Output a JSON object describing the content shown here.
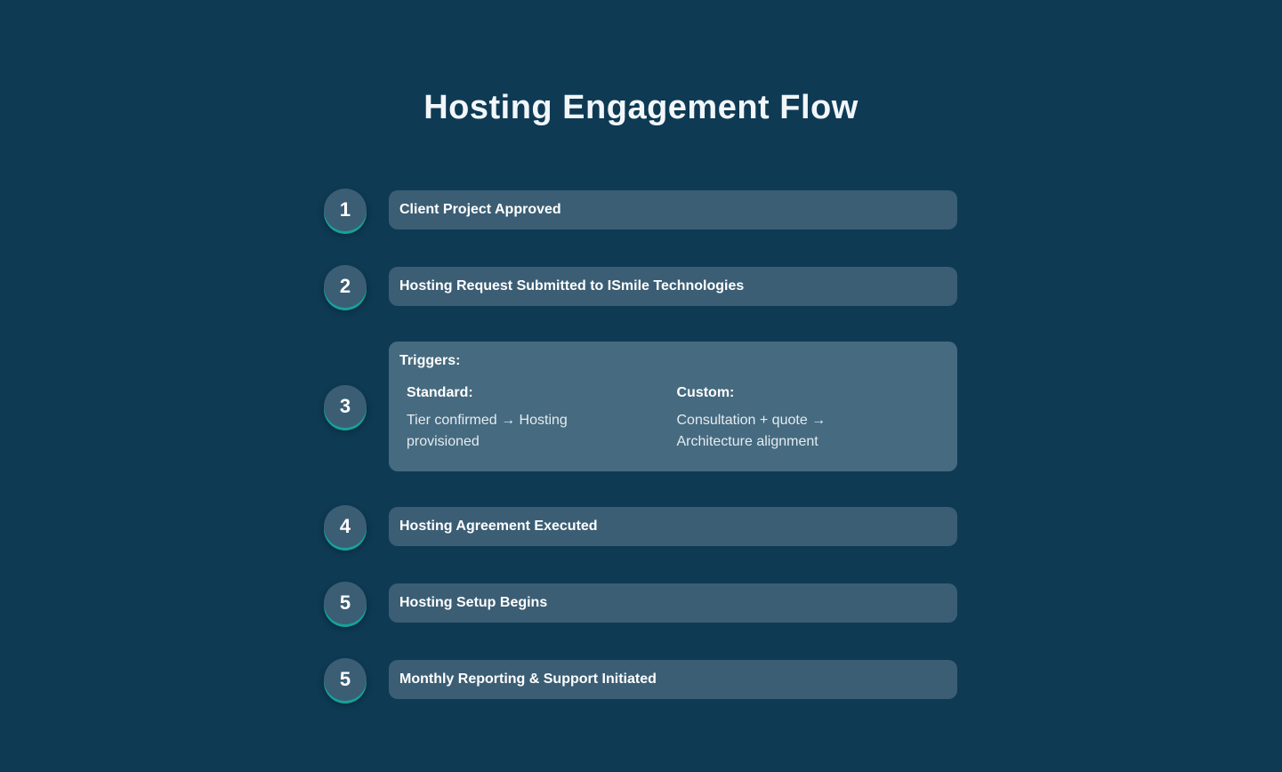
{
  "title": "Hosting Engagement Flow",
  "steps": [
    {
      "number": "1",
      "label": "Client Project Approved"
    },
    {
      "number": "2",
      "label": "Hosting Request Submitted to ISmile Technologies"
    },
    {
      "number": "3",
      "label": "Triggers:",
      "options": [
        {
          "title": "Standard:",
          "text": "Tier confirmed → Hosting provisioned"
        },
        {
          "title": "Custom:",
          "text": "Consultation + quote → Architecture alignment"
        }
      ]
    },
    {
      "number": "4",
      "label": "Hosting Agreement Executed"
    },
    {
      "number": "5",
      "label": "Hosting Setup Begins"
    },
    {
      "number": "5",
      "label": "Monthly Reporting & Support Initiated"
    }
  ],
  "colors": {
    "background": "#0e3a54",
    "card": "#3b5e74",
    "card_highlight": "#466a7f",
    "badge_accent": "#15a29a"
  }
}
